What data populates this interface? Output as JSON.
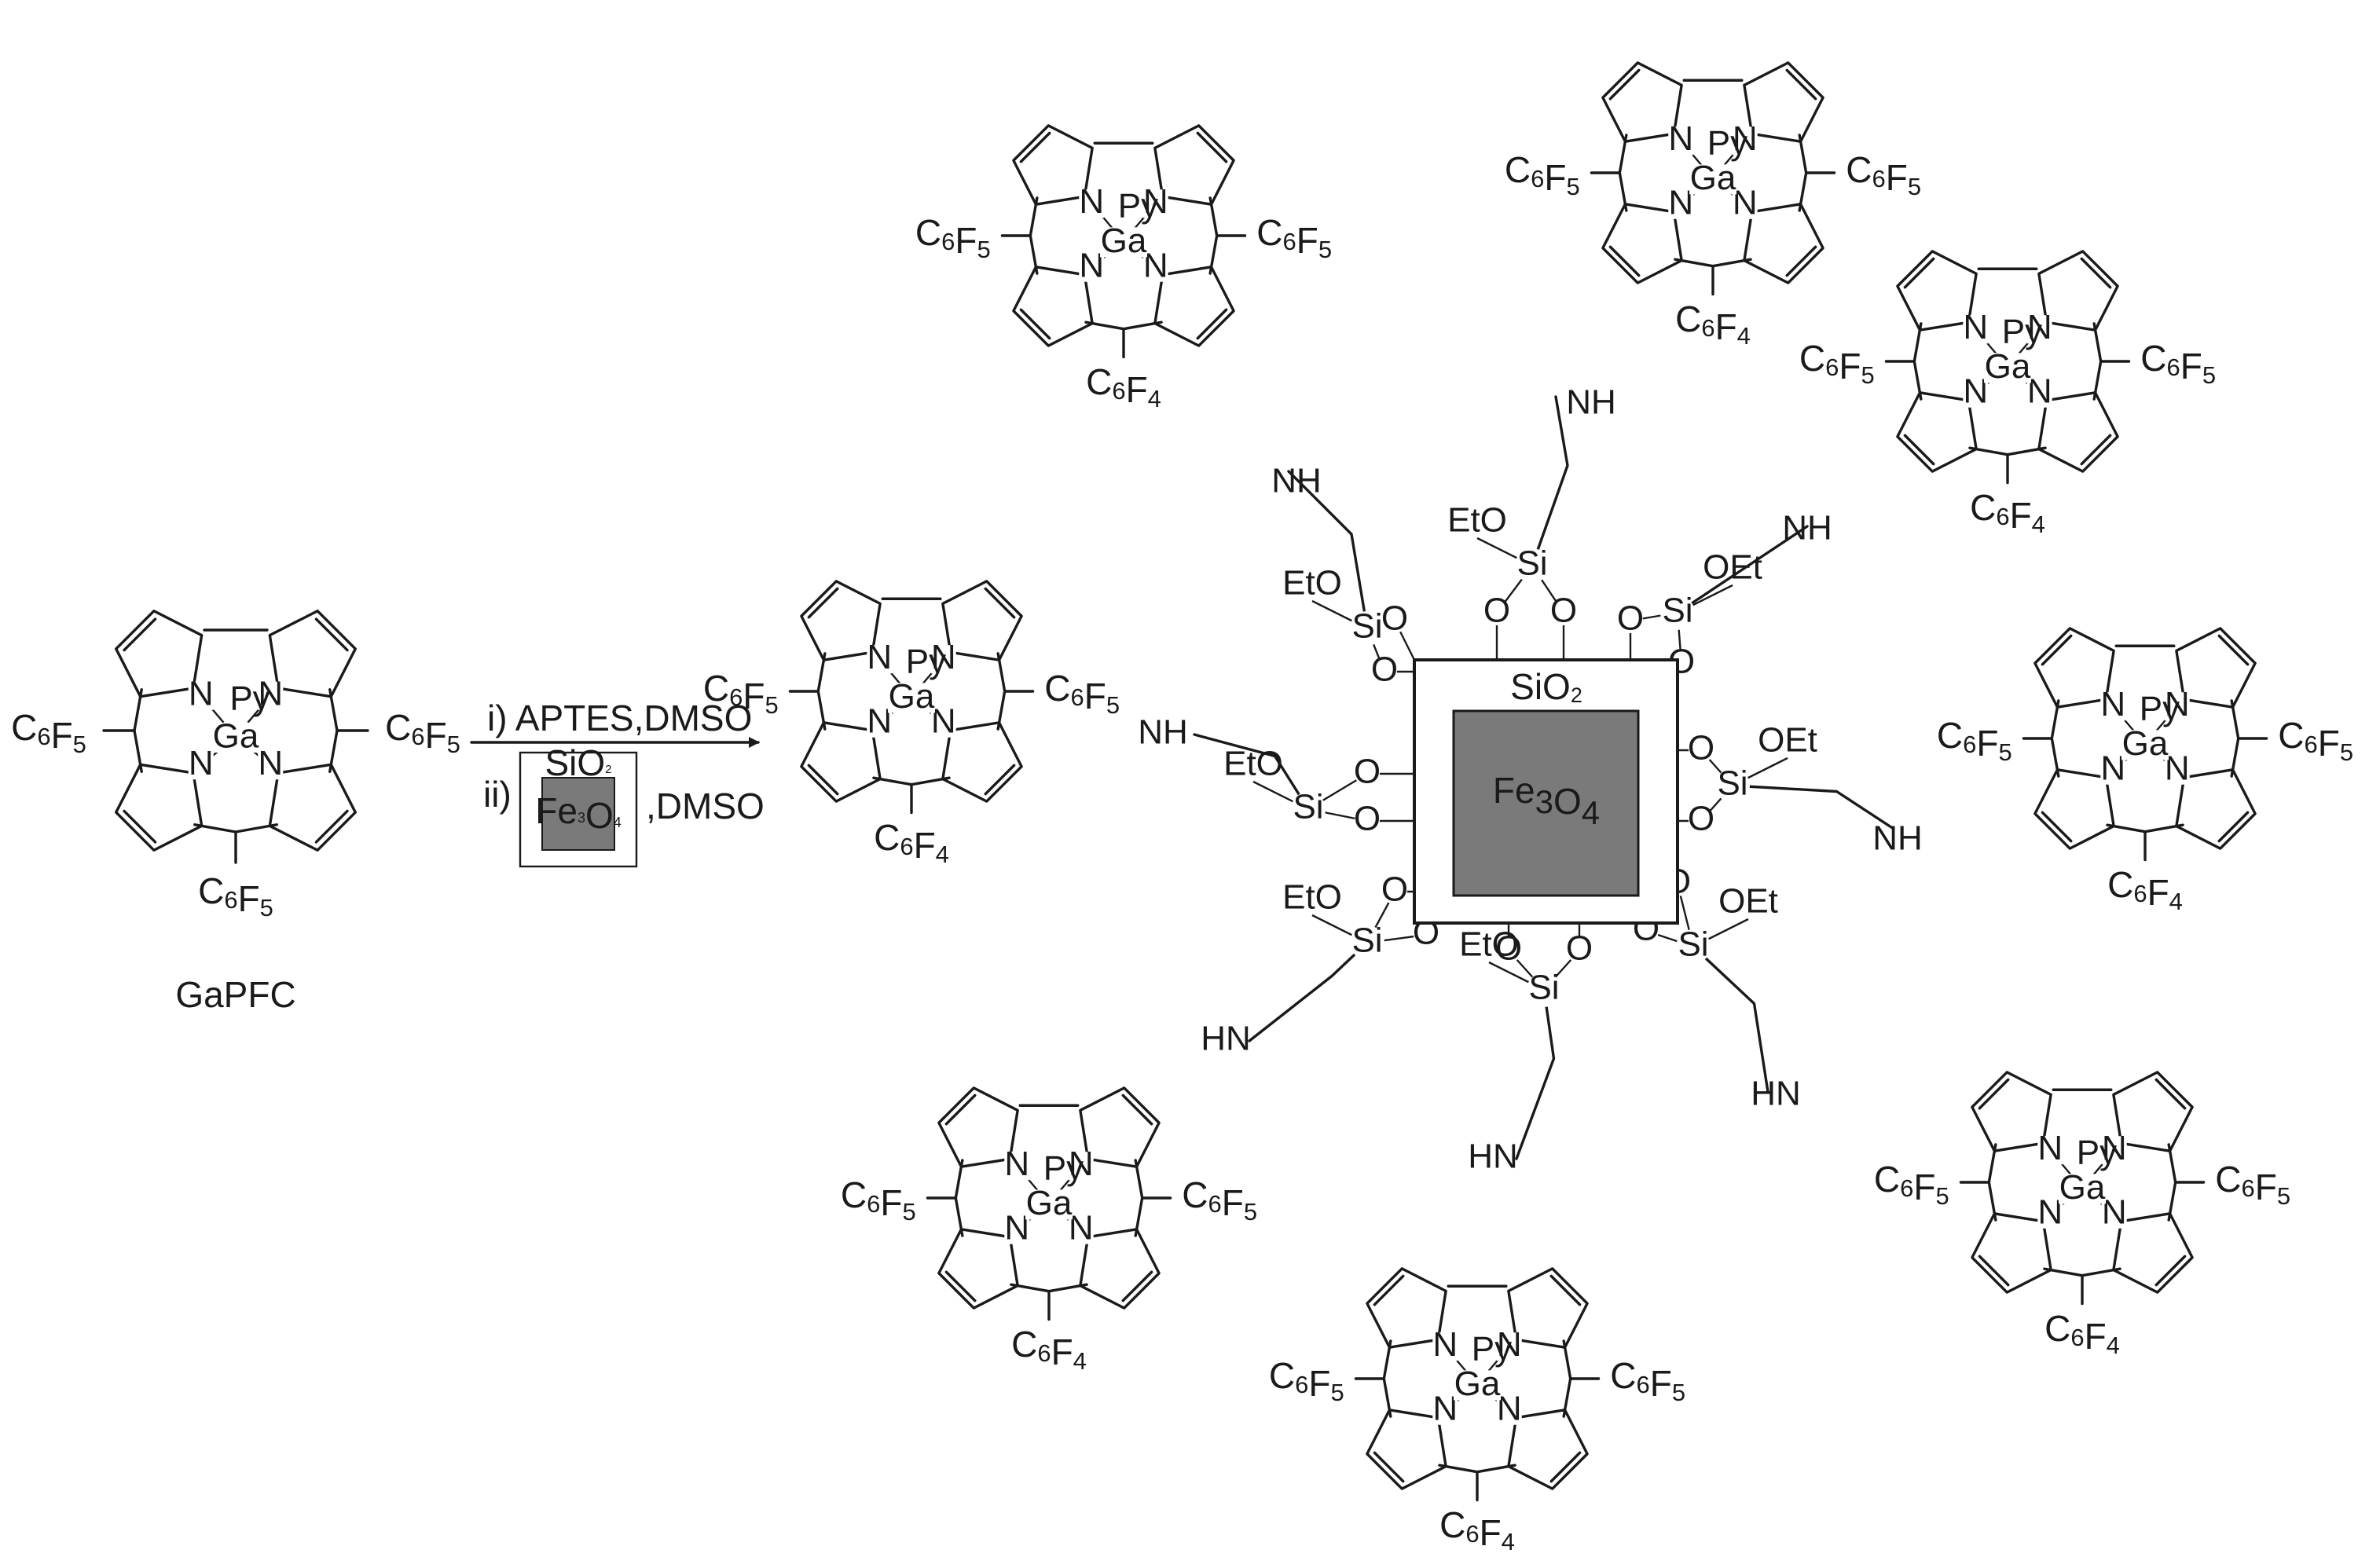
{
  "colors": {
    "ink": "#1a1a1a",
    "core_fill": "#7a7a7a",
    "background": "#ffffff"
  },
  "reactant": {
    "name": "GaPFC"
  },
  "conditions": {
    "step1": "i) APTES,DMSO",
    "step2_prefix": "ii)",
    "step2_solvent": ",DMSO",
    "inset_shell": "SiO₂",
    "inset_core": "Fe₃O₄"
  },
  "nanoparticle": {
    "shell": "SiO₂",
    "core": "Fe₃O₄"
  },
  "atoms": {
    "nitrogen": "N",
    "gallium": "Ga",
    "pyridine": "Py",
    "silicon": "Si",
    "oxygen": "O",
    "ethoxy": "OEt",
    "ethoxy_left": "EtO",
    "amine": "NH",
    "amine_left": "HN",
    "pentafluorophenyl": "C₆F₅",
    "tetrafluorophenylene": "C₆F₄"
  }
}
